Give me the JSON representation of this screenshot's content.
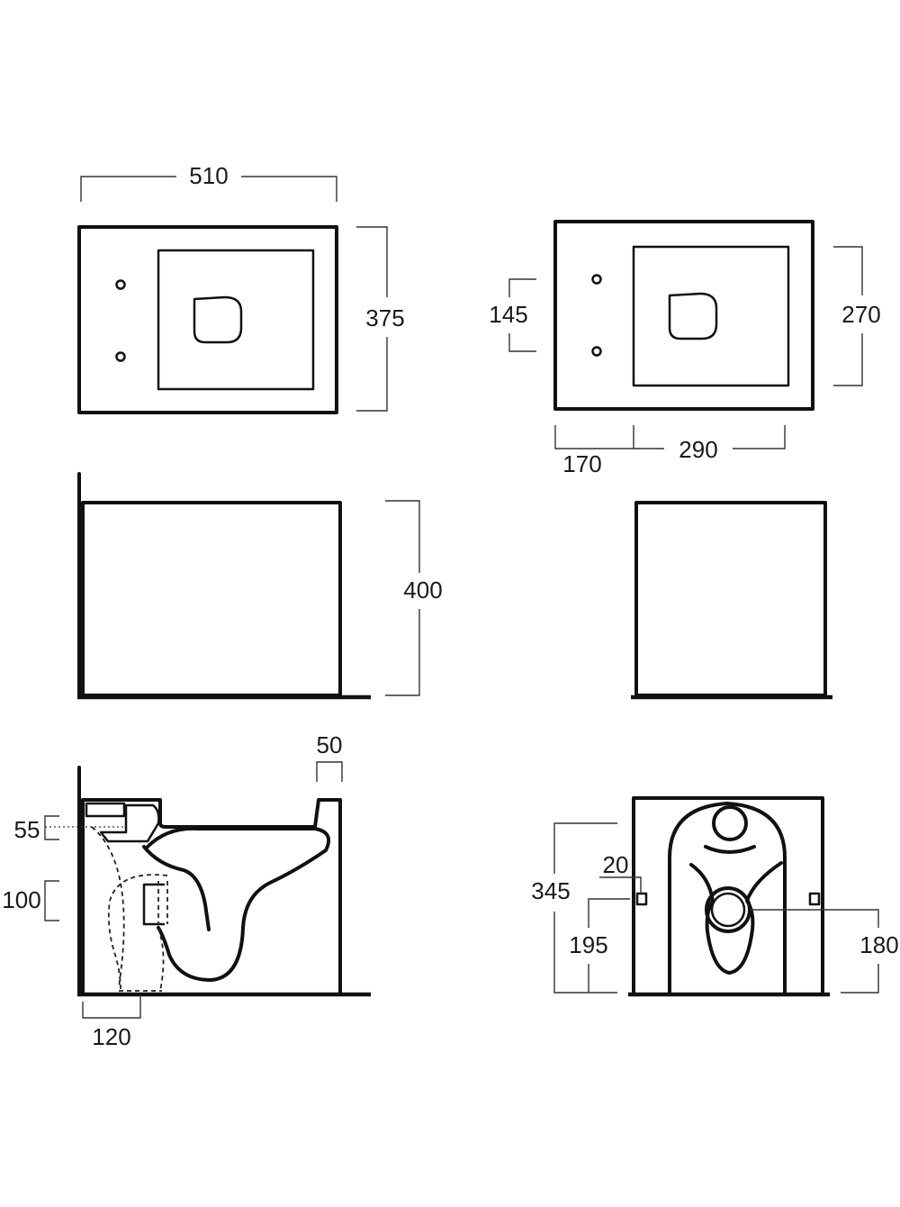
{
  "dimensions": {
    "top_width": "510",
    "top_depth": "375",
    "fix_spacing": "145",
    "bowl_depth": "270",
    "fix_offset": "170",
    "bowl_length": "290",
    "height": "400",
    "rim_width": "50",
    "inlet_height": "55",
    "outlet_diameter": "100",
    "outlet_offset": "120",
    "rear_height": "345",
    "fixing_hole": "20",
    "fixing_height": "195",
    "outlet_height": "180"
  }
}
